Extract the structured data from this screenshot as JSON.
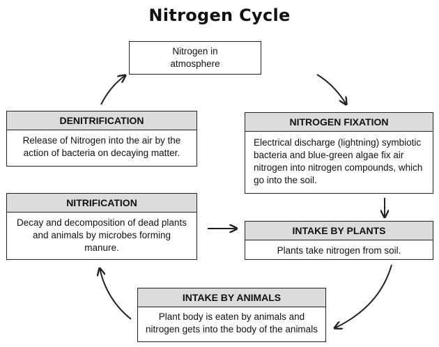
{
  "title": "Nitrogen Cycle",
  "atmosphere": {
    "line1": "Nitrogen in",
    "line2": "atmosphere"
  },
  "denitrification": {
    "heading": "DENITRIFICATION",
    "line1": "Release of Nitrogen into the air by the",
    "line2": "action of bacteria on decaying matter."
  },
  "fixation": {
    "heading": "NITROGEN FIXATION",
    "line1": "Electrical discharge (lightning) symbiotic",
    "line2": "bacteria and blue-green algae fix air",
    "line3": "nitrogen into nitrogen compounds, which",
    "line4": "go into the soil."
  },
  "nitrification": {
    "heading": "NITRIFICATION",
    "line1": "Decay and decomposition of dead plants",
    "line2": "and animals by microbes forming",
    "line3": "manure."
  },
  "intake_plants": {
    "heading": "INTAKE BY PLANTS",
    "line1": "Plants take nitrogen from soil."
  },
  "intake_animals": {
    "heading": "INTAKE BY ANIMALS",
    "line1": "Plant body is eaten by animals and",
    "line2": "nitrogen gets into the body of the animals"
  },
  "colors": {
    "header_fill": "#dcdcdc",
    "stroke": "#222222",
    "text": "#111111"
  }
}
